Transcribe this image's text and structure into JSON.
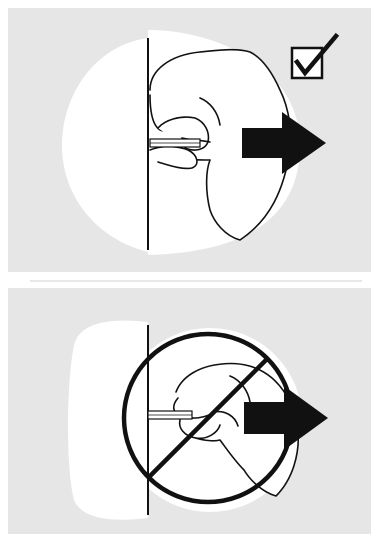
{
  "panels": [
    {
      "id": "correct",
      "indicator": "checkmark",
      "description_icon": "checked-box-icon"
    },
    {
      "id": "incorrect",
      "indicator": "prohibition",
      "description_icon": "no-sign-icon"
    }
  ],
  "colors": {
    "panel_background": "#e6e6e6",
    "device_fill": "#ffffff",
    "ink": "#111111",
    "divider": "#ffffff"
  }
}
